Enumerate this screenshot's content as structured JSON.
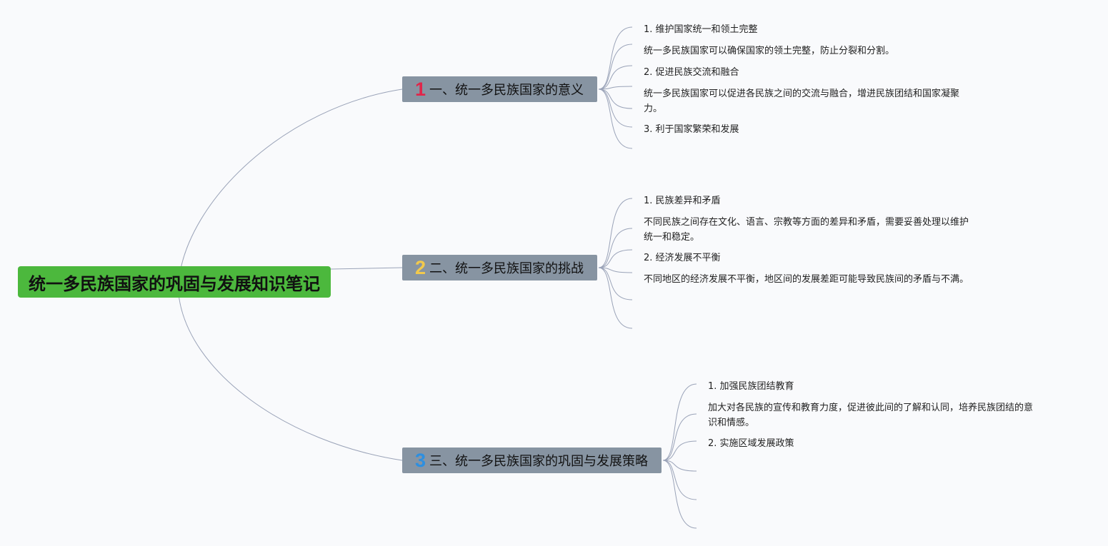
{
  "root": {
    "title": "统一多民族国家的巩固与发展知识笔记"
  },
  "topics": [
    {
      "num": "1",
      "num_color": "#e0264a",
      "label": "一、统一多民族国家的意义",
      "leaves": [
        [
          "1. 维护国家统一和领土完整"
        ],
        [
          "统一多民族国家可以确保国家的领土完整，防止分裂和分割。"
        ],
        [
          "2. 促进民族交流和融合"
        ],
        [
          "统一多民族国家可以促进各民族之间的交流与融合，增进民族团结和国家凝聚",
          "力。"
        ],
        [
          "3. 利于国家繁荣和发展"
        ]
      ]
    },
    {
      "num": "2",
      "num_color": "#f2c94c",
      "label": "二、统一多民族国家的挑战",
      "leaves": [
        [
          "1. 民族差异和矛盾"
        ],
        [
          "不同民族之间存在文化、语言、宗教等方面的差异和矛盾，需要妥善处理以维护",
          "统一和稳定。"
        ],
        [
          "2. 经济发展不平衡"
        ],
        [
          "不同地区的经济发展不平衡，地区间的发展差距可能导致民族间的矛盾与不满。"
        ]
      ]
    },
    {
      "num": "3",
      "num_color": "#2d8fe0",
      "label": "三、统一多民族国家的巩固与发展策略",
      "leaves": [
        [
          "1. 加强民族团结教育"
        ],
        [
          "加大对各民族的宣传和教育力度，促进彼此间的了解和认同，培养民族团结的意",
          "识和情感。"
        ],
        [
          "2. 实施区域发展政策"
        ]
      ]
    }
  ],
  "colors": {
    "background": "#f9fafc",
    "root_fill": "#4cb83d",
    "topic_fill": "#8794a2",
    "link_stroke": "#9aa3b8"
  }
}
